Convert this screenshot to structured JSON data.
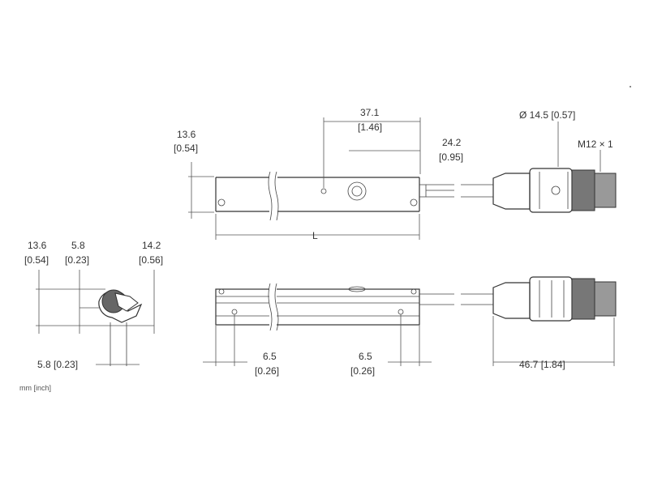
{
  "top_view": {
    "height_mm": "13.6",
    "height_in": "[0.54]",
    "offset1_mm": "37.1",
    "offset1_in": "[1.46]",
    "offset2_mm": "24.2",
    "offset2_in": "[0.95]",
    "diameter": "Ø 14.5 [0.57]",
    "thread": "M12 × 1",
    "length_label": "L"
  },
  "side_view": {
    "height_mm": "13.6",
    "height_in": "[0.54]",
    "depth_mm": "5.8",
    "depth_in": "[0.23]",
    "width_mm": "14.2",
    "width_in": "[0.56]",
    "bottom_dim": "5.8 [0.23]"
  },
  "front_view": {
    "hole_left_mm": "6.5",
    "hole_left_in": "[0.26]",
    "hole_right_mm": "6.5",
    "hole_right_in": "[0.26]",
    "connector_length": "46.7 [1.84]"
  },
  "units_note": "mm [inch]"
}
